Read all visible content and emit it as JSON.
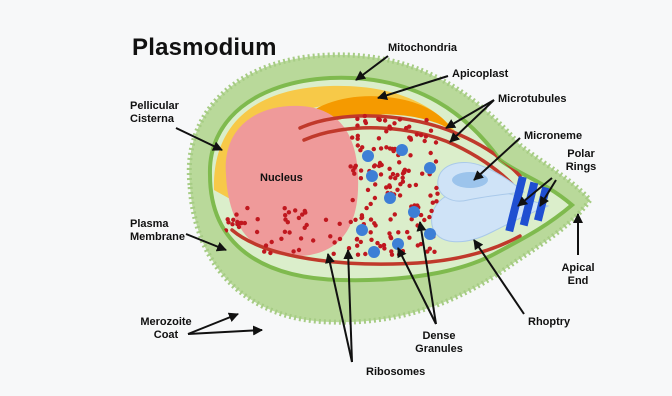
{
  "title": "Plasmodium",
  "labels": {
    "mitochondria": "Mitochondria",
    "apicoplast": "Apicoplast",
    "microtubules": "Microtubules",
    "microneme": "Microneme",
    "polar_rings": [
      "Polar",
      "Rings"
    ],
    "pellicular_cisterna": [
      "Pellicular",
      "Cisterna"
    ],
    "nucleus": "Nucleus",
    "plasma_membrane": [
      "Plasma",
      "Membrane"
    ],
    "apical_end": [
      "Apical",
      "End"
    ],
    "merozoite_coat": [
      "Merozoite",
      "Coat"
    ],
    "rhoptry": "Rhoptry",
    "dense_granules": [
      "Dense",
      "Granules"
    ],
    "ribosomes": "Ribosomes"
  },
  "colors": {
    "background": "#f7f8f9",
    "coat": "#b9d99a",
    "membrane": "#7fba4e",
    "cytoplasm": "#dbeecb",
    "mitochondria": "#f7c948",
    "apicoplast": "#f59a00",
    "nucleus": "#ef9a9a",
    "microtubules": "#c0392b",
    "ribosomes": "#c0181f",
    "dense_granules": "#3d7fd6",
    "rhoptry": "#cfe3f7",
    "polar_rings": "#1f4fd1",
    "arrows": "#111111"
  }
}
